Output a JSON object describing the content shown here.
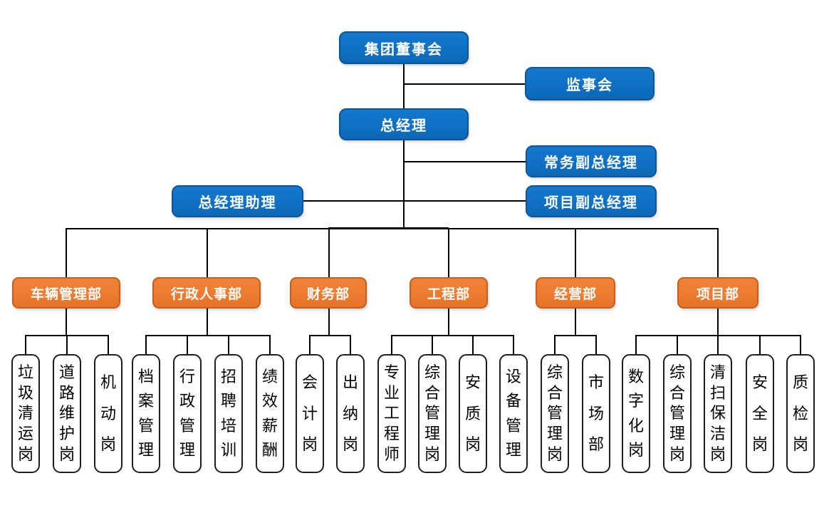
{
  "chart_type": "org-chart",
  "colors": {
    "executive_fill": "#0F6FC2",
    "executive_border": "#0A5699",
    "department_fill": "#ED7C30",
    "department_border": "#C55E1E",
    "post_fill": "#FFFFFF",
    "post_border": "#1F1F1F",
    "connector": "#000000",
    "text_on_fill": "#FFFFFF",
    "post_text": "#000000"
  },
  "executive": {
    "board": "集团董事会",
    "supervisory": "监事会",
    "general_manager": "总经理",
    "executive_deputy_gm": "常务副总经理",
    "gm_assistant": "总经理助理",
    "project_deputy_gm": "项目副总经理"
  },
  "departments": [
    {
      "label": "车辆管理部",
      "posts": [
        "垃圾清运岗",
        "道路维护岗",
        "机动岗"
      ]
    },
    {
      "label": "行政人事部",
      "posts": [
        "档案管理",
        "行政管理",
        "招聘培训",
        "绩效薪酬"
      ]
    },
    {
      "label": "财务部",
      "posts": [
        "会计岗",
        "出纳岗"
      ]
    },
    {
      "label": "工程部",
      "posts": [
        "专业工程师",
        "综合管理岗",
        "安质岗",
        "设备管理"
      ]
    },
    {
      "label": "经营部",
      "posts": [
        "综合管理岗",
        "市场部"
      ]
    },
    {
      "label": "项目部",
      "posts": [
        "数字化岗",
        "综合管理岗",
        "清扫保洁岗",
        "安全岗",
        "质检岗"
      ]
    }
  ]
}
